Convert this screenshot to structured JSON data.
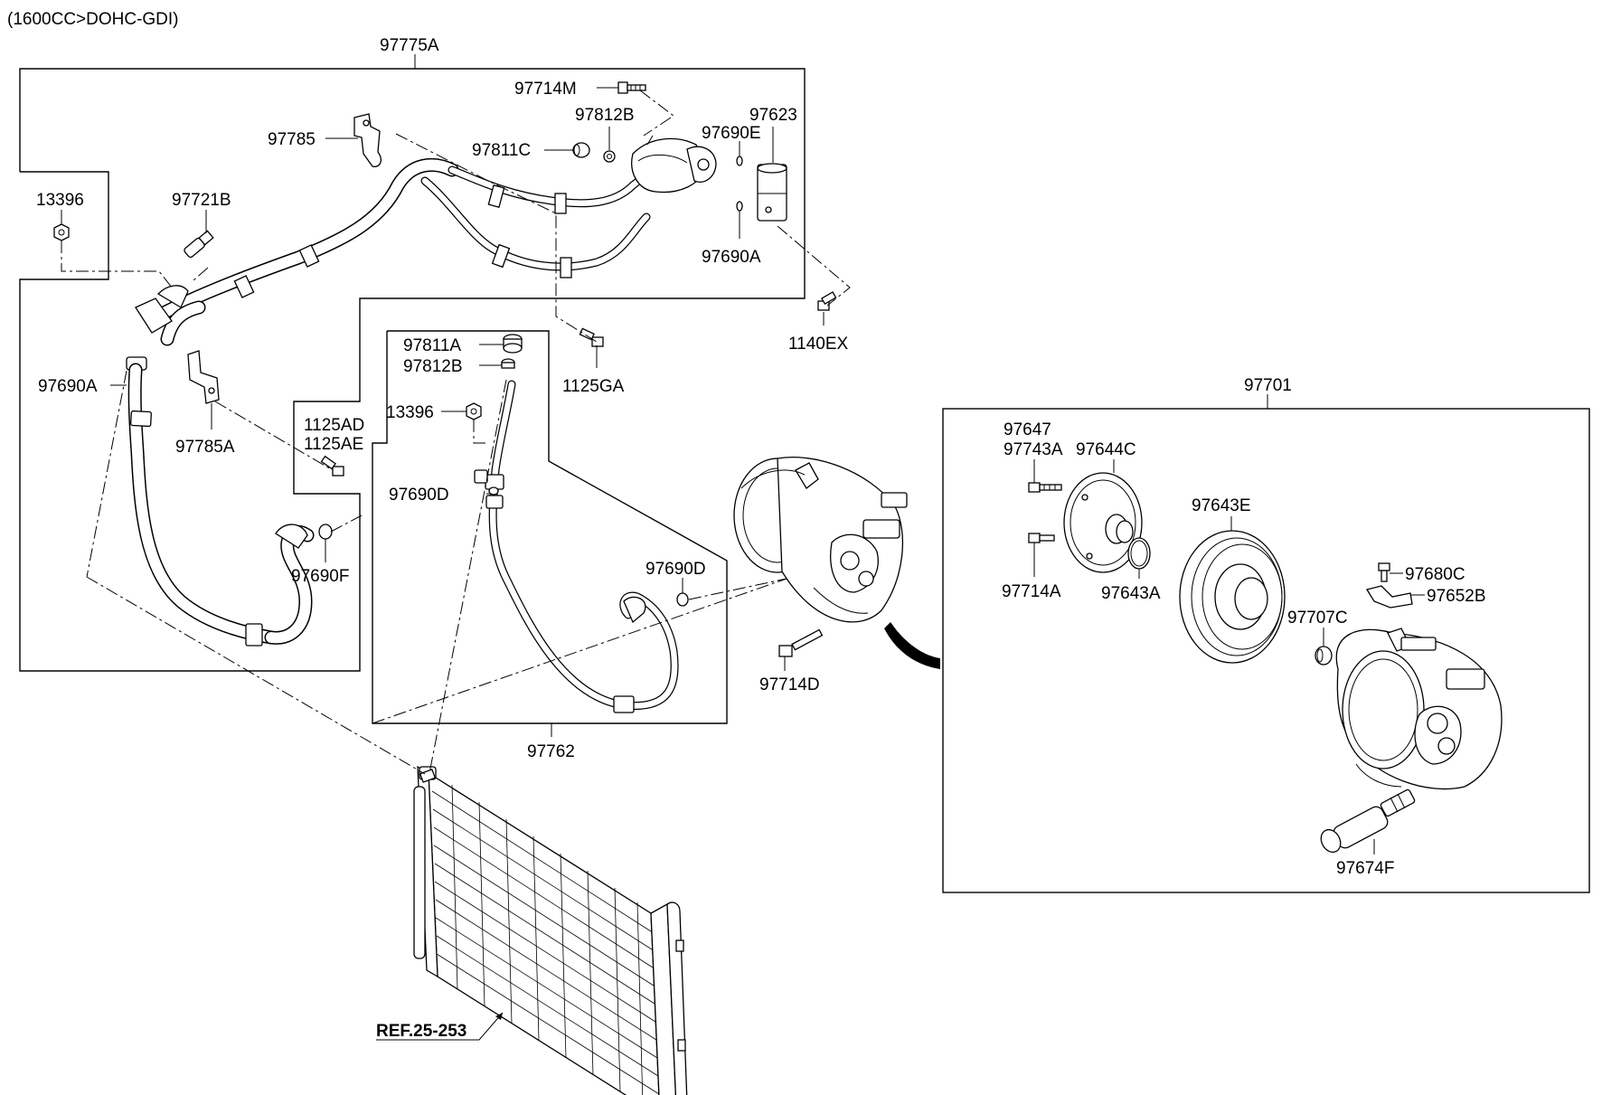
{
  "header": {
    "engine_spec": "(1600CC>DOHC-GDI)"
  },
  "assemblies": {
    "discharge_hose_group": "97775A",
    "liquid_tube_group": "97762",
    "compressor_group": "97701"
  },
  "callouts": {
    "p97714M": "97714M",
    "p97812B_top": "97812B",
    "p97623": "97623",
    "p97785": "97785",
    "p97811C": "97811C",
    "p97690E": "97690E",
    "p13396_left": "13396",
    "p97721B": "97721B",
    "p97690A_right": "97690A",
    "p1140EX": "1140EX",
    "p97811A": "97811A",
    "p97812B_mid": "97812B",
    "p1125GA": "1125GA",
    "p97690A_left": "97690A",
    "p13396_mid": "13396",
    "p97785A": "97785A",
    "p1125AD": "1125AD",
    "p1125AE": "1125AE",
    "p97690D_left": "97690D",
    "p97690F": "97690F",
    "p97690D_right": "97690D",
    "p97714D": "97714D",
    "p97647": "97647",
    "p97743A": "97743A",
    "p97644C": "97644C",
    "p97643E": "97643E",
    "p97714A": "97714A",
    "p97643A": "97643A",
    "p97680C": "97680C",
    "p97652B": "97652B",
    "p97707C": "97707C",
    "p97674F": "97674F"
  },
  "reference": {
    "condenser_ref": "REF.25-253"
  }
}
